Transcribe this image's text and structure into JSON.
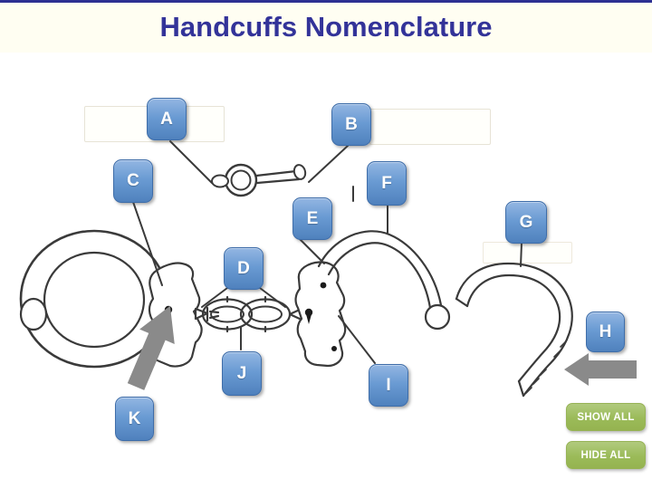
{
  "title": "Handcuffs Nomenclature",
  "labels": {
    "a": "A",
    "b": "B",
    "c": "C",
    "d": "D",
    "e": "E",
    "f": "F",
    "g": "G",
    "h": "H",
    "i": "I",
    "j": "J",
    "k": "K"
  },
  "buttons": {
    "show_all": "SHOW ALL",
    "hide_all": "HIDE ALL"
  },
  "icons": {
    "k_pointer": "arrow-pointing-up-right",
    "h_pointer": "arrow-pointing-left"
  },
  "colors": {
    "title_navy": "#333399",
    "top_rule_navy": "#2e3192",
    "label_blue": "#4f81bd",
    "button_green": "#9bbb59",
    "arrow_gray": "#8a8a8a",
    "line_dark": "#3a3a3a"
  }
}
